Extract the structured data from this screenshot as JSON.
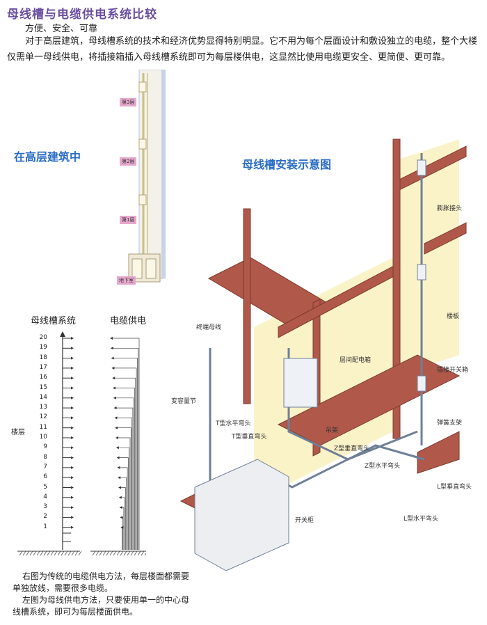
{
  "title": "母线槽与电缆供电系统比较",
  "subtitle": "方便、安全、可靠",
  "paragraph": "对于高层建筑，母线槽系统的技术和经济优势显得特别明显。它不用为每个层面设计和敷设独立的电缆，整个大楼仅需单一母线供电，将插接箱插入母线槽系统即可为每层楼供电，这显然比使用电缆更安全、更简便、更可靠。",
  "left_heading": "在高层建筑中",
  "right_heading": "母线槽安装示意图",
  "floor_tags": [
    "第3层",
    "第2层",
    "第1层",
    "地下室"
  ],
  "comparison": {
    "busway_title": "母线槽系统",
    "cable_title": "电缆供电",
    "axis_label": "楼层",
    "floors": [
      "20",
      "19",
      "18",
      "17",
      "16",
      "15",
      "14",
      "13",
      "12",
      "11",
      "10",
      "9",
      "8",
      "7",
      "6",
      "5",
      "4",
      "3",
      "2",
      "1"
    ]
  },
  "diagram_labels": {
    "terminal": "终端母线",
    "transformer": "变容量节",
    "t_horizontal": "T型水平弯头",
    "t_vertical": "T型垂直弯头",
    "floor_box": "层间配电箱",
    "hanger": "吊架",
    "z_vertical": "Z型垂直弯头",
    "z_horizontal": "Z型水平弯头",
    "l_vertical": "L型垂直弯头",
    "l_horizontal": "L型水平弯头",
    "switchgear": "开关柜",
    "expansion": "膨胀接头",
    "floor_slab": "楼板",
    "plugin_box": "插接开关箱",
    "spring_support": "弹簧支架"
  },
  "notes": {
    "note1": "右图为传统的电缆供电方法，每层楼面都需要单独放线，需要很多电缆。",
    "note2": "左图为母线供电方法，只要使用单一的中心母线槽系统，即可为每层楼面供电。"
  },
  "colors": {
    "title": "#6a4da0",
    "heading": "#2a6cc4",
    "beam": "#b0584a",
    "floor_tag": "#e7a7cc"
  }
}
